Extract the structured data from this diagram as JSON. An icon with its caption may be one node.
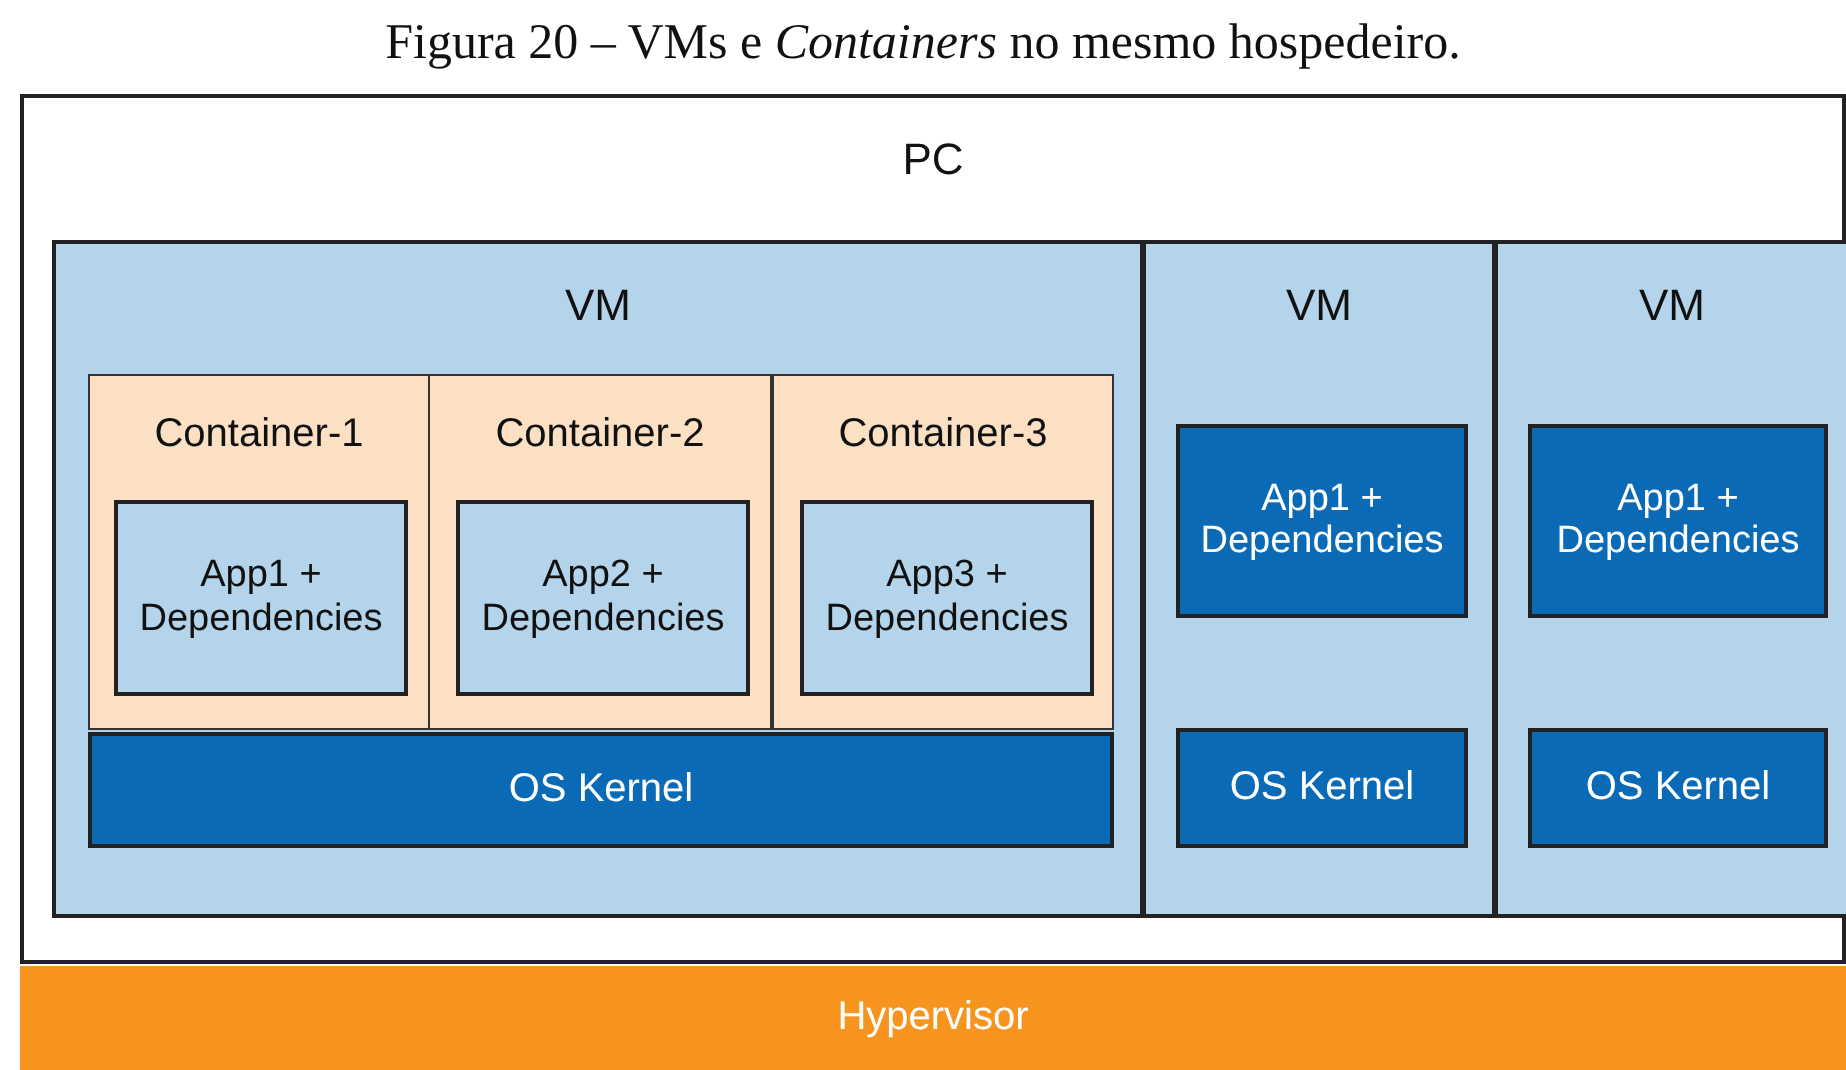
{
  "diagram": {
    "title": "Figura 20 – VMs e *Containers* no mesmo hospedeiro.",
    "nodes": [
      {
        "text": [
          "PC"
        ]
      },
      {
        "text": [
          "VM"
        ],
        "in": 0
      },
      {
        "text": [
          "Container-1"
        ],
        "in": 1
      },
      {
        "text": [
          "App1 + Dependencies"
        ],
        "in": 2
      },
      {
        "text": [
          "Container-2"
        ],
        "in": 1
      },
      {
        "text": [
          "App2 + Dependencies"
        ],
        "in": 4
      },
      {
        "text": [
          "Container-3"
        ],
        "in": 1
      },
      {
        "text": [
          "App3 + Dependencies"
        ],
        "in": 6
      },
      {
        "text": [
          "OS Kernel"
        ],
        "in": 1
      },
      {
        "text": [
          "VM"
        ],
        "in": 0
      },
      {
        "text": [
          "App1 + Dependencies"
        ],
        "in": 9
      },
      {
        "text": [
          "OS Kernel"
        ],
        "in": 9
      },
      {
        "text": [
          "VM"
        ],
        "in": 0
      },
      {
        "text": [
          "App1 + Dependencies"
        ],
        "in": 12
      },
      {
        "text": [
          "OS Kernel"
        ],
        "in": 12
      },
      {
        "text": [
          "Hypervisor"
        ]
      }
    ]
  }
}
